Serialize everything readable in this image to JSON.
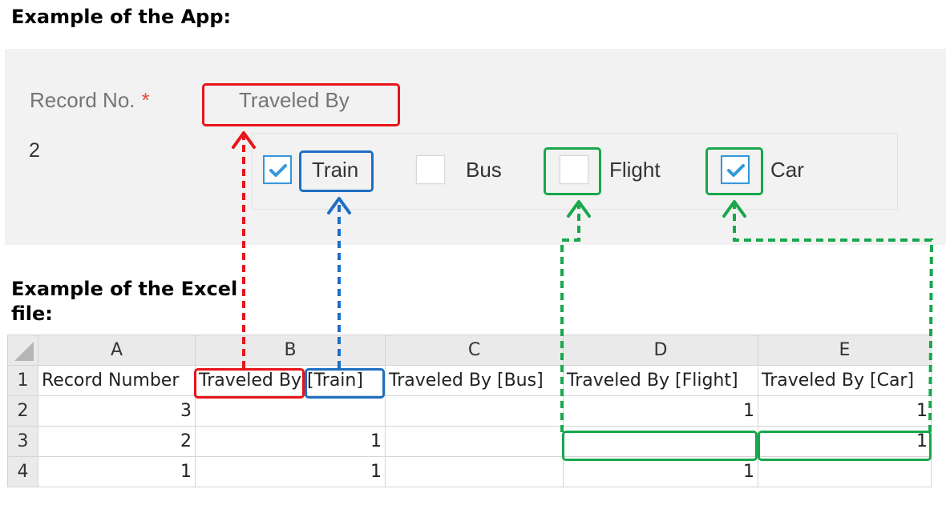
{
  "headings": {
    "app": "Example of the App:",
    "excel": "Example of the Excel file:"
  },
  "app_form": {
    "record_label": "Record No.",
    "required_mark": "*",
    "record_value": "2",
    "traveled_label": "Traveled By",
    "options": [
      {
        "label": "Train",
        "checked": true
      },
      {
        "label": "Bus",
        "checked": false
      },
      {
        "label": "Flight",
        "checked": false
      },
      {
        "label": "Car",
        "checked": true
      }
    ]
  },
  "sheet": {
    "columns": [
      "A",
      "B",
      "C",
      "D",
      "E"
    ],
    "rows": [
      {
        "row": "1",
        "cells": [
          "Record Number",
          "Traveled By [Train]",
          "Traveled By [Bus]",
          "Traveled By [Flight]",
          "Traveled By [Car]"
        ]
      },
      {
        "row": "2",
        "cells": [
          "3",
          "",
          "",
          "1",
          "1"
        ]
      },
      {
        "row": "3",
        "cells": [
          "2",
          "1",
          "",
          "",
          "1"
        ]
      },
      {
        "row": "4",
        "cells": [
          "1",
          "1",
          "",
          "1",
          ""
        ]
      }
    ]
  },
  "colors": {
    "red_highlight": "#e8141a",
    "blue_highlight": "#1e6fc2",
    "green_highlight": "#17a84b",
    "checkbox_accent": "#3498db",
    "required": "#e74c3c"
  }
}
